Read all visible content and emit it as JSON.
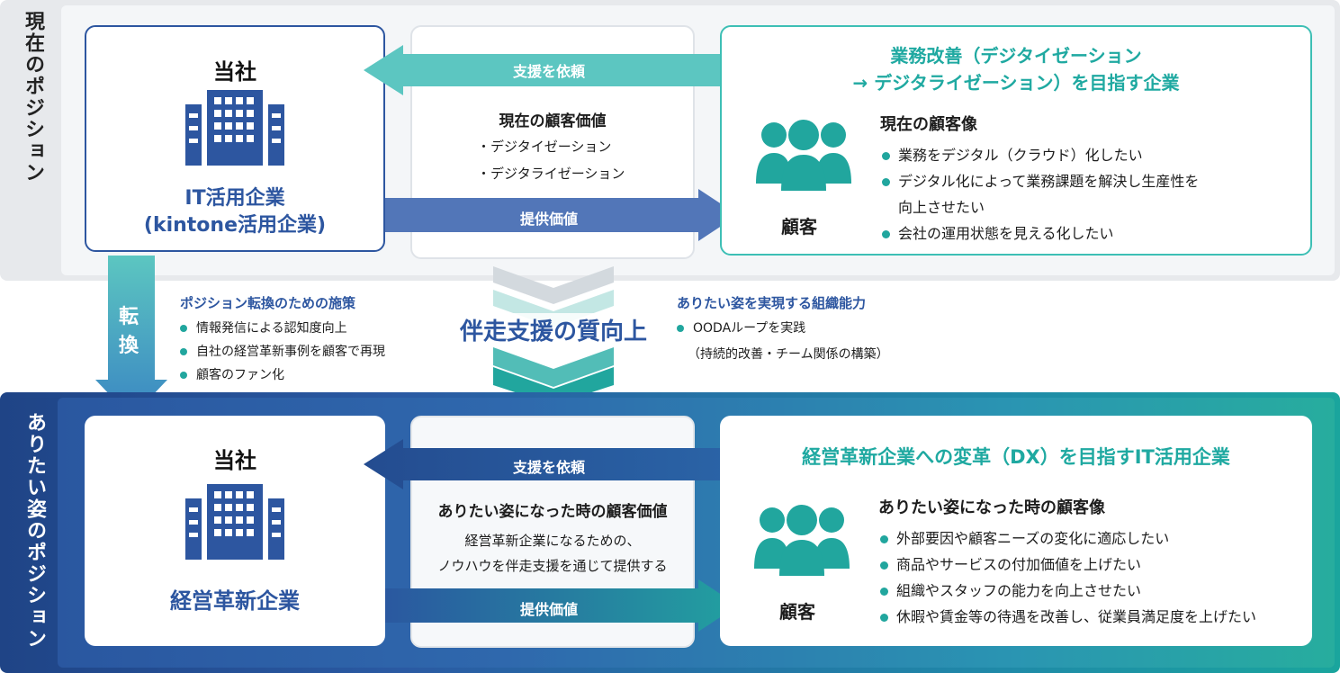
{
  "current": {
    "side_label": "現在のポジション",
    "company": {
      "label": "当社",
      "name_line1": "IT活用企業",
      "name_line2": "(kintone活用企業)"
    },
    "request_arrow": "支援を依頼",
    "provide_arrow": "提供価値",
    "value": {
      "title": "現在の顧客価値",
      "items": [
        "・デジタイゼーション",
        "・デジタライゼーション"
      ]
    },
    "client": {
      "headline_line1": "業務改善（デジタイゼーション",
      "headline_line2": "→ デジタライゼーション）を目指す企業",
      "image_title": "現在の顧客像",
      "label": "顧客",
      "items": [
        "業務をデジタル（クラウド）化したい",
        "デジタル化によって業務課題を解決し生産性を",
        "向上させたい",
        "会社の運用状態を見える化したい"
      ]
    }
  },
  "transition": {
    "convert_label_1": "転",
    "convert_label_2": "換",
    "measures_title": "ポジション転換のための施策",
    "measures": [
      "情報発信による認知度向上",
      "自社の経営革新事例を顧客で再現",
      "顧客のファン化"
    ],
    "center_title": "伴走支援の質向上",
    "capability_title": "ありたい姿を実現する組織能力",
    "capability_item": "OODAループを実践",
    "capability_sub": "（持続的改善・チーム関係の構築）"
  },
  "ideal": {
    "side_label": "ありたい姿のポジション",
    "company": {
      "label": "当社",
      "name": "経営革新企業"
    },
    "request_arrow": "支援を依頼",
    "provide_arrow": "提供価値",
    "value": {
      "title": "ありたい姿になった時の顧客価値",
      "line1": "経営革新企業になるための、",
      "line2": "ノウハウを伴走支援を通じて提供する"
    },
    "client": {
      "headline": "経営革新企業への変革（DX）を目指すIT活用企業",
      "image_title": "ありたい姿になった時の顧客像",
      "label": "顧客",
      "items": [
        "外部要因や顧客ニーズの変化に適応したい",
        "商品やサービスの付加価値を上げたい",
        "組織やスタッフの能力を向上させたい",
        "休暇や賃金等の待遇を改善し、従業員満足度を上げたい"
      ]
    }
  },
  "colors": {
    "navy": "#2d56a0",
    "teal": "#1fa9a1",
    "light_teal": "#5cc6c1",
    "chevron_grey": "#cfd5da"
  },
  "icons": [
    "building-icon",
    "people-icon",
    "chevron-down-icon"
  ]
}
